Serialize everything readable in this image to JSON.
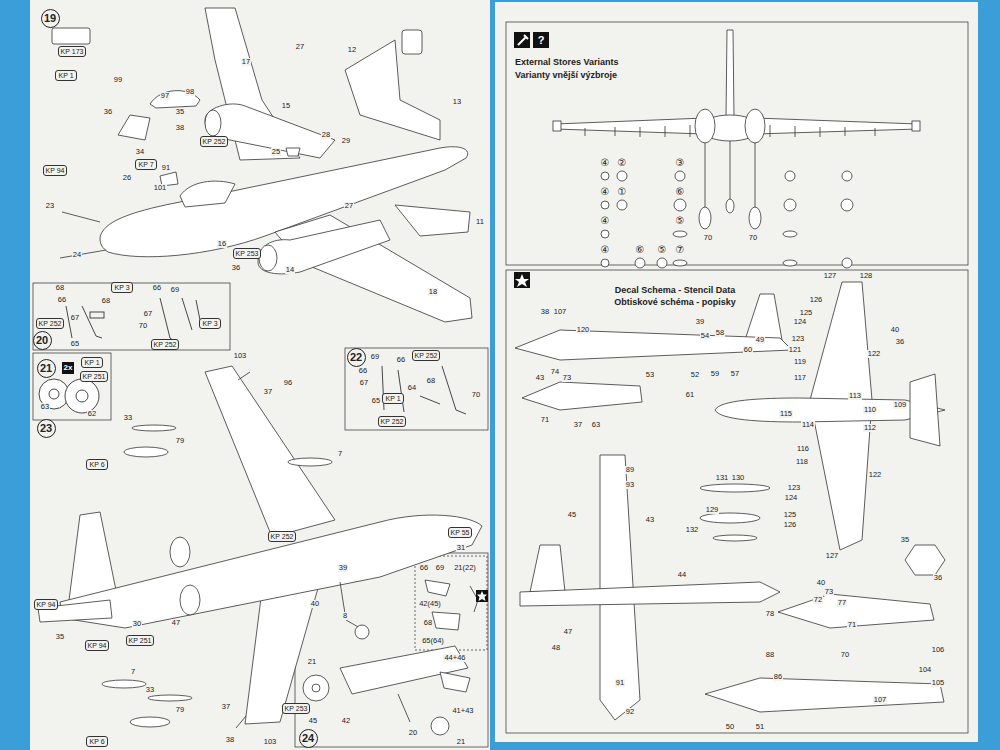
{
  "diagram": {
    "nodes": [
      {
        "text": [
          "19"
        ]
      },
      {
        "text": [
          "KP 173"
        ]
      },
      {
        "text": [
          "KP 1"
        ]
      },
      {
        "text": [
          "KP 252"
        ]
      },
      {
        "text": [
          "KP 7"
        ]
      },
      {
        "text": [
          "KP 94"
        ]
      },
      {
        "text": [
          "KP 253"
        ]
      },
      {
        "text": [
          "20"
        ]
      },
      {
        "text": [
          "KP 3"
        ]
      },
      {
        "text": [
          "KP 252"
        ]
      },
      {
        "text": [
          "KP 3"
        ]
      },
      {
        "text": [
          "KP 252"
        ]
      },
      {
        "text": [
          "21"
        ]
      },
      {
        "text": [
          "KP 1"
        ]
      },
      {
        "text": [
          "KP 251"
        ]
      },
      {
        "text": [
          "22"
        ]
      },
      {
        "text": [
          "KP 252"
        ]
      },
      {
        "text": [
          "KP 1"
        ]
      },
      {
        "text": [
          "KP 252"
        ]
      },
      {
        "text": [
          "23"
        ]
      },
      {
        "text": [
          "KP 6"
        ]
      },
      {
        "text": [
          "KP 252"
        ]
      },
      {
        "text": [
          "KP 55"
        ]
      },
      {
        "text": [
          "KP 94"
        ]
      },
      {
        "text": [
          "KP 251"
        ]
      },
      {
        "text": [
          "KP 94"
        ]
      },
      {
        "text": [
          "KP 6"
        ]
      },
      {
        "text": [
          "24"
        ]
      },
      {
        "text": [
          "KP 253"
        ]
      }
    ],
    "labels": [
      "27",
      "12",
      "13",
      "17",
      "15",
      "99",
      "97",
      "98",
      "35",
      "36",
      "38",
      "34",
      "91",
      "101",
      "26",
      "23",
      "24",
      "16",
      "25",
      "28",
      "29",
      "27",
      "11",
      "14",
      "18",
      "36",
      "68",
      "66",
      "67",
      "65",
      "66",
      "69",
      "67",
      "70",
      "68",
      "2x",
      "63",
      "62",
      "69",
      "66",
      "66",
      "67",
      "65",
      "68",
      "64",
      "70",
      "103",
      "96",
      "37",
      "33",
      "79",
      "7",
      "31",
      "39",
      "40",
      "8",
      "47",
      "30",
      "35",
      "7",
      "33",
      "79",
      "37",
      "38",
      "103",
      "66",
      "69",
      "21(22)",
      "42(45)",
      "68",
      "65(64)",
      "44+46",
      "21",
      "45",
      "42",
      "41+43",
      "20",
      "21",
      "?",
      "External Stores Variants",
      "Varianty vnější výzbroje",
      "70",
      "70",
      "④",
      "②",
      "③",
      "④",
      "①",
      "⑥",
      "④",
      "⑤",
      "④",
      "⑥",
      "⑤",
      "⑦",
      "Decal Schema - Stencil Data",
      "Obtiskové schéma - popisky",
      "38",
      "107",
      "120",
      "39",
      "54",
      "58",
      "57",
      "59",
      "60",
      "49",
      "53",
      "52",
      "43",
      "74",
      "73",
      "71",
      "37",
      "63",
      "61",
      "127",
      "128",
      "126",
      "125",
      "124",
      "123",
      "122",
      "121",
      "119",
      "117",
      "115",
      "114",
      "116",
      "118",
      "123",
      "124",
      "125",
      "126",
      "127",
      "110",
      "109",
      "112",
      "113",
      "40",
      "36",
      "122",
      "89",
      "93",
      "44",
      "45",
      "43",
      "47",
      "48",
      "91",
      "92",
      "131",
      "130",
      "129",
      "132",
      "35",
      "36",
      "72",
      "73",
      "77",
      "78",
      "40",
      "70",
      "71",
      "88",
      "86",
      "104",
      "105",
      "106",
      "107",
      "50",
      "51"
    ]
  }
}
